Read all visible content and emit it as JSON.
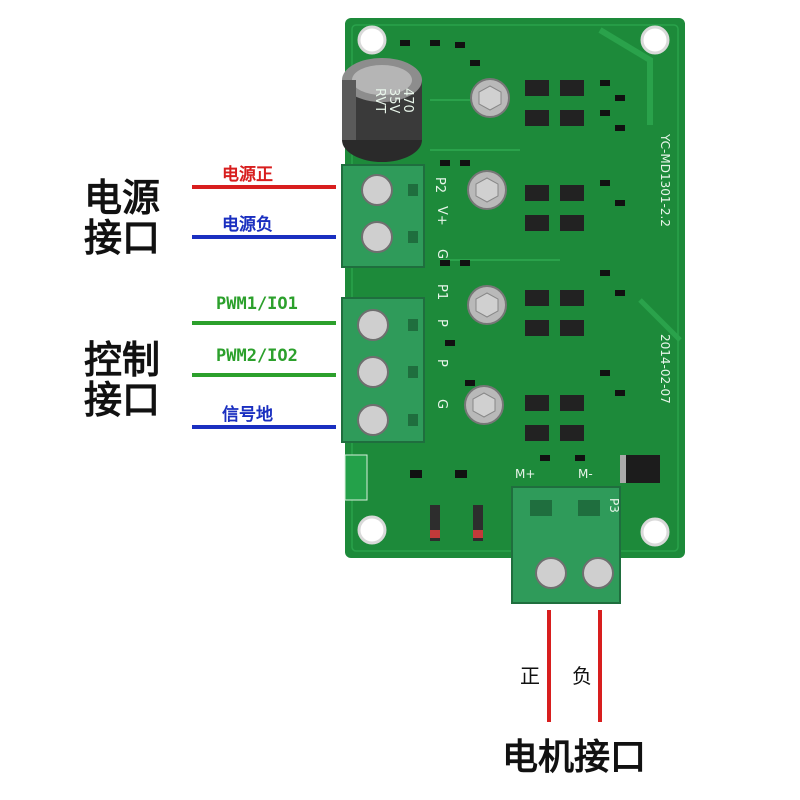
{
  "labels": {
    "power_group": {
      "line1": "电源",
      "line2": "接口"
    },
    "power_pos": "电源正",
    "power_neg": "电源负",
    "control_group": {
      "line1": "控制",
      "line2": "接口"
    },
    "pwm1": "PWM1/IO1",
    "pwm2": "PWM2/IO2",
    "signal_gnd": "信号地",
    "motor_group": "电机接口",
    "motor_pos": "正",
    "motor_neg": "负"
  },
  "board": {
    "model": "YC-MD1301-2.2",
    "date": "2014-02-07",
    "cap_marking": [
      "470",
      "35V",
      "RVT"
    ],
    "pins": {
      "p2": "P2",
      "vplus": "V+",
      "g1": "G",
      "p1": "P1",
      "p_a": "P",
      "p_b": "P",
      "g2": "G",
      "mplus": "M+",
      "mminus": "M-",
      "p3": "P3"
    }
  },
  "colors": {
    "red_wire": "#d81e1e",
    "blue_wire": "#1a2fc0",
    "green_wire": "#2ca02c",
    "pcb": "#1d8a3a",
    "terminal": "#2f9b5a"
  }
}
